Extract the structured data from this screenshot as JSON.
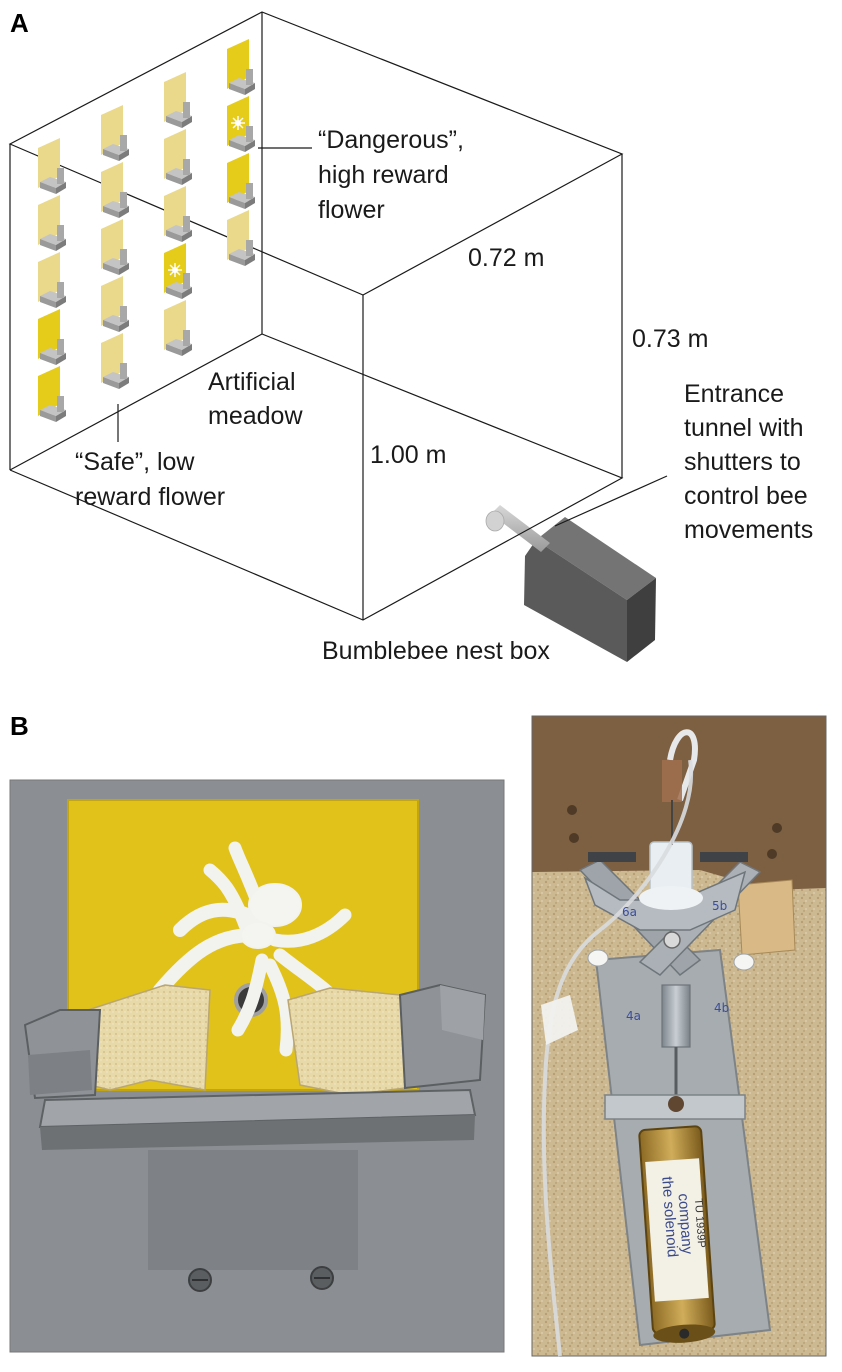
{
  "panel_a": {
    "label": "A",
    "annotations": {
      "dangerous": [
        "“Dangerous”,",
        "high reward",
        "flower"
      ],
      "meadow": [
        "Artificial",
        "meadow"
      ],
      "safe": [
        "“Safe”, low",
        "reward flower"
      ],
      "tunnel": [
        "Entrance",
        "tunnel with",
        "shutters to",
        "control bee",
        "movements"
      ],
      "nest": "Bumblebee nest box"
    },
    "dimensions": {
      "depth": "0.72 m",
      "height": "0.73 m",
      "width": "1.00 m"
    },
    "flowers": {
      "columns": 4,
      "rows": 5,
      "dangerous_cells": [
        [
          0,
          3
        ],
        [
          1,
          3
        ],
        [
          2,
          3
        ],
        [
          3,
          0
        ],
        [
          3,
          2
        ],
        [
          4,
          0
        ]
      ],
      "spider_cells": [
        [
          1,
          3
        ],
        [
          3,
          2
        ]
      ]
    },
    "colors": {
      "dangerous_flower": "#e6cc1a",
      "safe_flower": "#ead98a",
      "platform": "#9a9a9a",
      "nest_box": "#5a5a5a"
    }
  },
  "panel_b": {
    "label": "B",
    "photo_left": {
      "colors": {
        "background": "#8a8d90",
        "flower": "#e0c21a",
        "sponge": "#e6d7a4",
        "spider": "#f2f2ee"
      }
    },
    "photo_right": {
      "solenoid_text": [
        "the solenoid",
        "company",
        "TU 1939P"
      ],
      "handwriting": [
        "6a",
        "5b",
        "4a",
        "4b"
      ],
      "colors": {
        "background": "#7a5c3e",
        "floor": "#c9b48e",
        "metal": "#9aa0a6"
      }
    }
  }
}
